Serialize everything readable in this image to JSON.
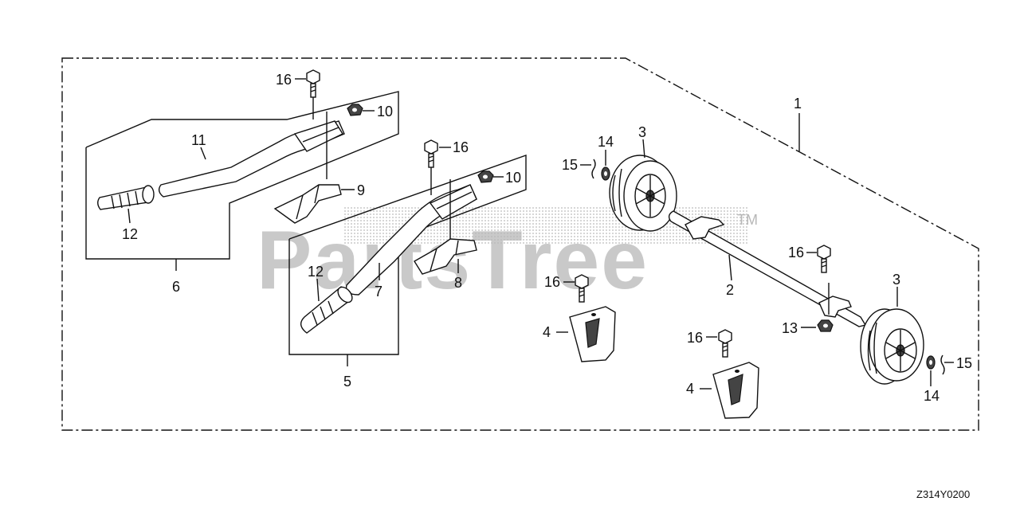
{
  "watermark": {
    "text": "PartsTree",
    "trademark": "TM"
  },
  "diagram_code": "Z314Y0200",
  "callouts": {
    "c1": "1",
    "c2": "2",
    "c3a": "3",
    "c3b": "3",
    "c4a": "4",
    "c4b": "4",
    "c5": "5",
    "c6": "6",
    "c7": "7",
    "c8": "8",
    "c9": "9",
    "c10a": "10",
    "c10b": "10",
    "c11": "11",
    "c12a": "12",
    "c12b": "12",
    "c13": "13",
    "c14a": "14",
    "c14b": "14",
    "c15a": "15",
    "c15b": "15",
    "c16a": "16",
    "c16b": "16",
    "c16c": "16",
    "c16d": "16",
    "c16e": "16"
  },
  "colors": {
    "line": "#111111",
    "watermark": "#b7b7b7",
    "background": "#ffffff"
  }
}
